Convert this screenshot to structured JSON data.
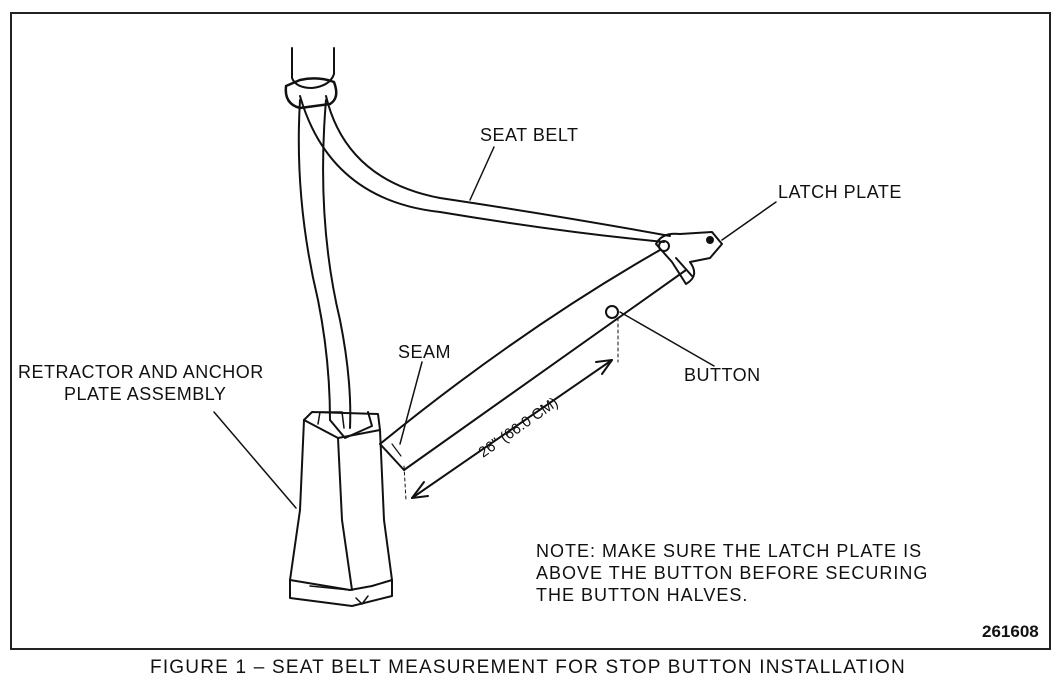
{
  "labels": {
    "seat_belt": "SEAT BELT",
    "latch_plate": "LATCH PLATE",
    "seam": "SEAM",
    "button": "BUTTON",
    "retractor_line1": "RETRACTOR AND ANCHOR",
    "retractor_line2": "PLATE ASSEMBLY",
    "dimension": "26\" (66.0 CM)"
  },
  "note": {
    "line1": "NOTE: MAKE SURE THE LATCH PLATE IS",
    "line2": "ABOVE THE BUTTON BEFORE SECURING",
    "line3": "THE BUTTON HALVES."
  },
  "figure_number": "261608",
  "caption": "FIGURE 1 – SEAT BELT MEASUREMENT FOR STOP BUTTON INSTALLATION"
}
